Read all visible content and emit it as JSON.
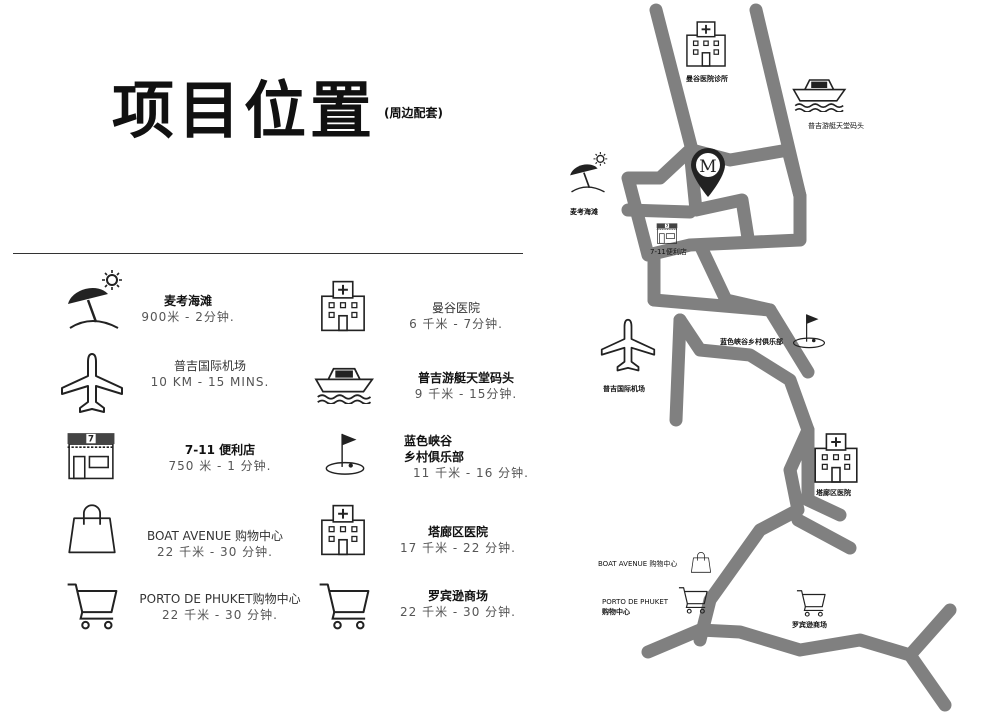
{
  "header": {
    "title": "项目位置",
    "subtitle": "(周边配套)"
  },
  "icons": {
    "beach": "beach-umbrella-sun-icon",
    "airport": "airplane-icon",
    "store": "convenience-store-icon",
    "bag": "shopping-bag-icon",
    "cart": "shopping-cart-icon",
    "hospital": "hospital-building-icon",
    "yacht": "yacht-icon",
    "golf": "golf-flag-icon",
    "pin": "location-pin-m-icon"
  },
  "amenities": {
    "beach": {
      "name": "麦考海滩",
      "distance": "900米 - 2分钟."
    },
    "airport": {
      "name": "普吉国际机场",
      "distance": "10 KM - 15 MINS."
    },
    "store": {
      "name": "7-11 便利店",
      "distance": "750 米 - 1 分钟."
    },
    "boat_avenue": {
      "name": "BOAT AVENUE 购物中心",
      "distance": "22 千米 - 30 分钟."
    },
    "porto": {
      "name": "PORTO DE PHUKET购物中心",
      "distance": "22 千米 - 30 分钟."
    },
    "bangkok_hospital": {
      "name": "曼谷医院",
      "distance": "6 千米 - 7分钟."
    },
    "marina": {
      "name": "普吉游艇天堂码头",
      "distance": "9 千米 - 15分钟."
    },
    "golf": {
      "name_line1": "蓝色峡谷",
      "name_line2": "乡村俱乐部",
      "distance": "11 千米 - 16 分钟."
    },
    "thalang_hospital": {
      "name": "塔廊区医院",
      "distance": "17 千米 - 22 分钟."
    },
    "robinson": {
      "name": "罗宾逊商场",
      "distance": "22 千米 - 30 分钟."
    }
  },
  "map": {
    "pin_letter": "M",
    "road_color": "#808080",
    "labels": {
      "bangkok_clinic": "曼谷医院诊所",
      "marina": "普吉游艇天堂码头",
      "beach": "麦考海滩",
      "store": "7-11便利店",
      "golf": "蓝色峡谷乡村俱乐部",
      "airport": "普吉国际机场",
      "thalang_hospital": "塔廊区医院",
      "boat_avenue": "BOAT AVENUE 购物中心",
      "porto_line1": "PORTO DE PHUKET",
      "porto_line2": "购物中心",
      "robinson": "罗宾逊商场"
    }
  }
}
